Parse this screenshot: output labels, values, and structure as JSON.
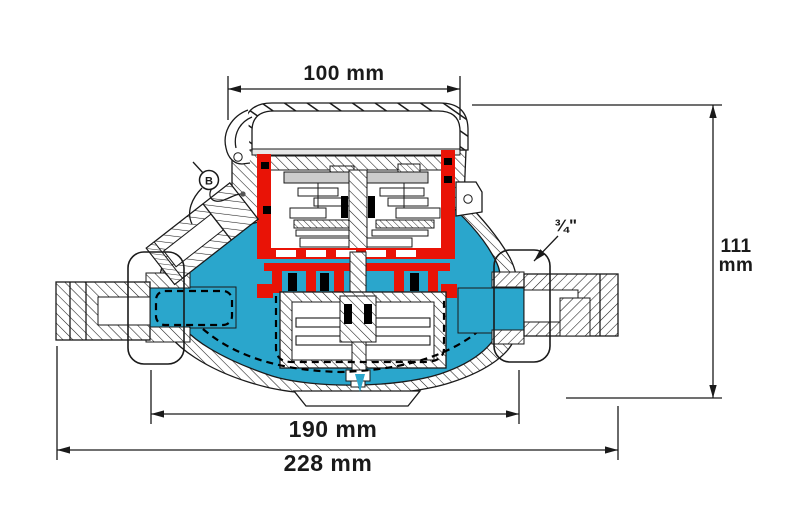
{
  "diagram": {
    "kind": "water-meter-cross-section-drawing",
    "labels": {
      "top_width": "100 mm",
      "height_value": "111",
      "height_unit": "mm",
      "body_length": "190 mm",
      "overall_length": "228 mm",
      "thread_size": "¾\"",
      "seal_tag": "B"
    },
    "colors": {
      "water": "#2aa6cc",
      "mechanism_red": "#e91306",
      "dial_gray": "#cccccc",
      "line": "#1a1a1a",
      "background": "#ffffff"
    }
  }
}
